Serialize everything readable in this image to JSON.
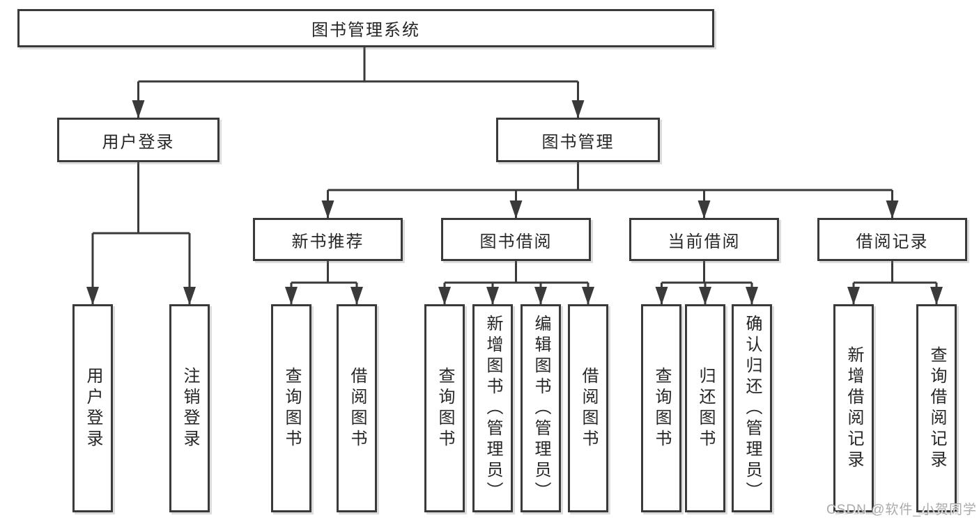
{
  "diagram_type": "tree-structure-chart",
  "nodes": {
    "root": {
      "label": "图书管理系统",
      "parent": null
    },
    "user_login": {
      "label": "用户登录",
      "parent": "root"
    },
    "book_management": {
      "label": "图书管理",
      "parent": "root"
    },
    "user_login_leaf": {
      "label": "用户登录",
      "parent": "user_login"
    },
    "logout_leaf": {
      "label": "注销登录",
      "parent": "user_login"
    },
    "new_book_recommend": {
      "label": "新书推荐",
      "parent": "book_management"
    },
    "book_borrowing": {
      "label": "图书借阅",
      "parent": "book_management"
    },
    "current_borrowing": {
      "label": "当前借阅",
      "parent": "book_management"
    },
    "borrowing_records": {
      "label": "借阅记录",
      "parent": "book_management"
    },
    "nbr_query_books": {
      "label": "查询图书",
      "parent": "new_book_recommend"
    },
    "nbr_borrow_books": {
      "label": "借阅图书",
      "parent": "new_book_recommend"
    },
    "bb_query_books": {
      "label": "查询图书",
      "parent": "book_borrowing"
    },
    "bb_add_books": {
      "label": "新增图书（管理员）",
      "parent": "book_borrowing"
    },
    "bb_edit_books": {
      "label": "编辑图书（管理员）",
      "parent": "book_borrowing"
    },
    "bb_borrow_books": {
      "label": "借阅图书",
      "parent": "book_borrowing"
    },
    "cb_query_books": {
      "label": "查询图书",
      "parent": "current_borrowing"
    },
    "cb_return_books": {
      "label": "归还图书",
      "parent": "current_borrowing"
    },
    "cb_confirm_return": {
      "label": "确认归还（管理员）",
      "parent": "current_borrowing"
    },
    "br_add_record": {
      "label": "新增借阅记录",
      "parent": "borrowing_records"
    },
    "br_query_record": {
      "label": "查询借阅记录",
      "parent": "borrowing_records"
    }
  },
  "watermark": "CSDN @软件_小贺同学",
  "colors": {
    "background": "#ffffff",
    "line": "#3a3a3a",
    "box_border": "#3a3a3a",
    "text": "#262626",
    "watermark": "#ababab"
  }
}
